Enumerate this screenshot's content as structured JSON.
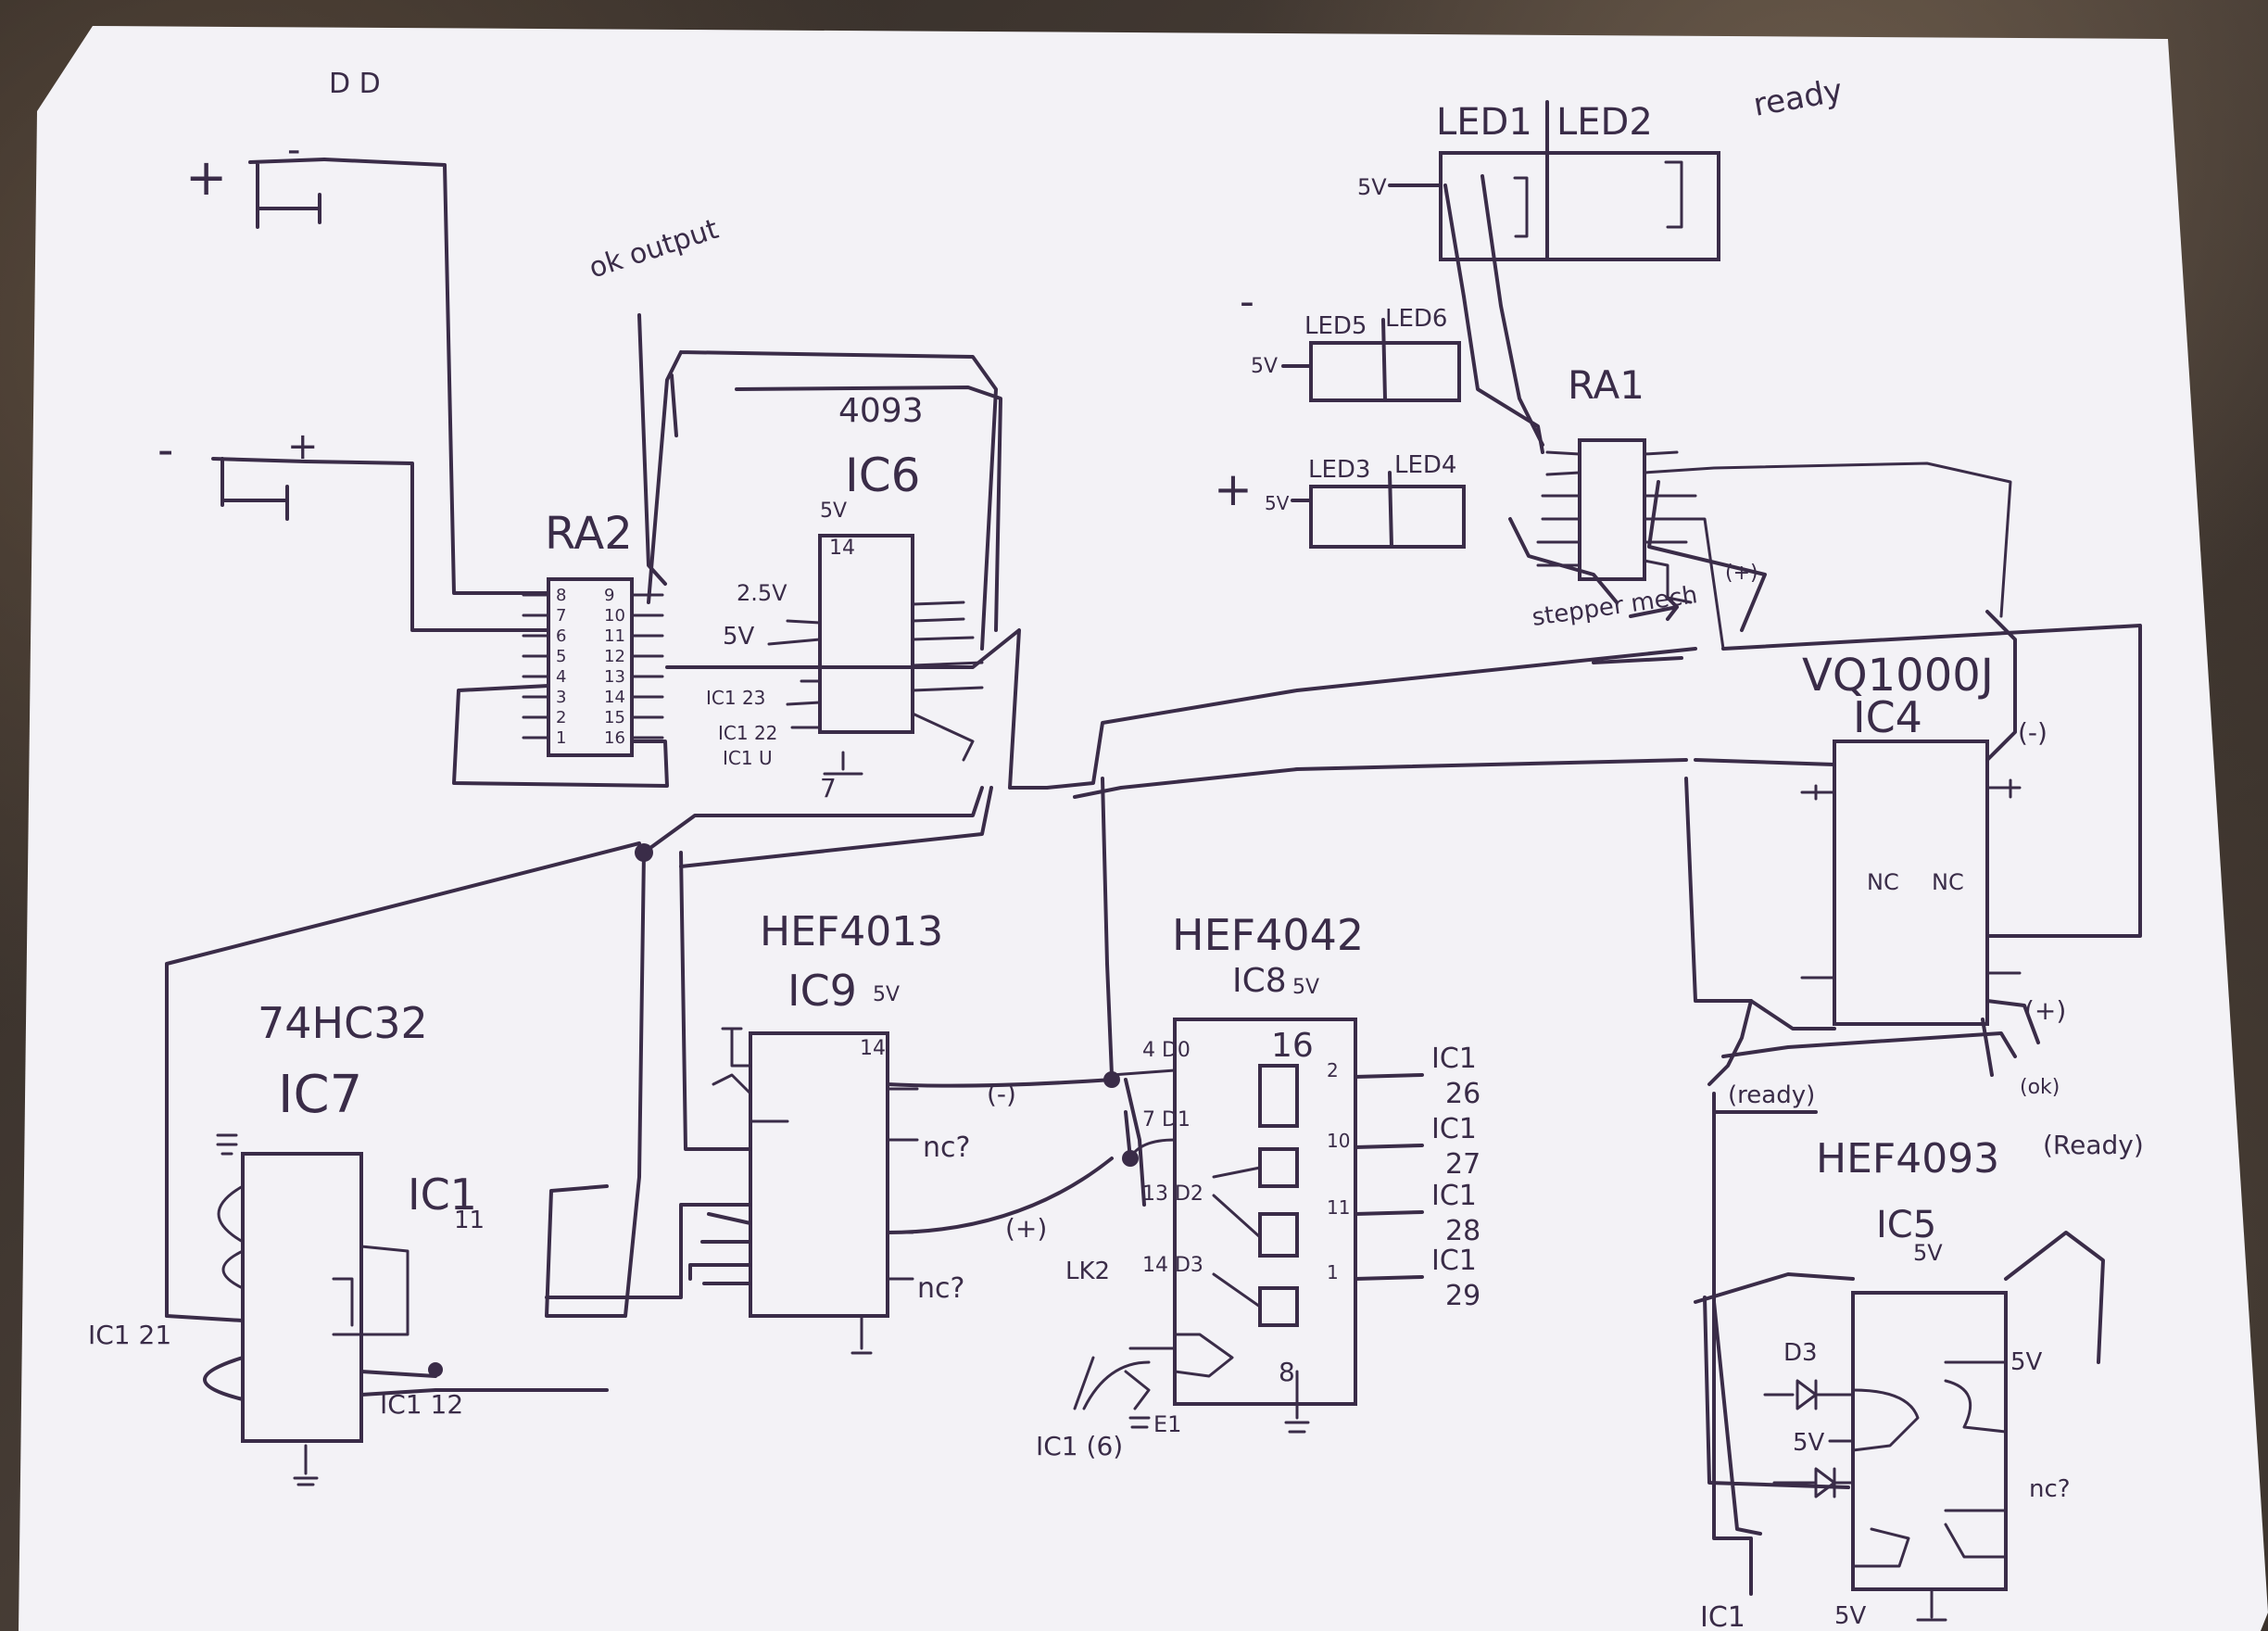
{
  "notes": {
    "top_marker": "D D",
    "ok_output": "ok output",
    "ready_top": "ready",
    "stepper_mechanism": "stepper mech",
    "plus_pos": "(+)",
    "minus_neg": "(-)",
    "plus_neg_plus": "(+)",
    "ready_left": "(ready)",
    "ready_right": "(Ready)",
    "ok_mark": "(ok)",
    "ic1_6": "IC1 (6)",
    "ic1_12": "IC1 12",
    "ic1_21": "IC1 21",
    "ic1_11": "IC1 11",
    "ic1_bottom": "IC1",
    "five_v_bottom": "5V",
    "lk2": "LK2",
    "e1": "E1"
  },
  "power": {
    "plus_top": "+",
    "minus_top": "-",
    "plus_mid": "+",
    "minus_mid": "-",
    "plus_leds": "+",
    "minus_leds": "-"
  },
  "chips": {
    "ra2": {
      "name": "RA2",
      "pins_left": [
        "8",
        "7",
        "6",
        "5",
        "4",
        "3",
        "2",
        "1"
      ],
      "pins_right": [
        "9",
        "10",
        "11",
        "12",
        "13",
        "14",
        "15",
        "16"
      ]
    },
    "ic6": {
      "part": "4093",
      "name": "IC6",
      "left_labels": [
        "2.5V",
        "5V",
        "IC1 23",
        "IC1 22",
        "IC1 U"
      ],
      "vcc": "5V",
      "pin14": "14",
      "gnd": "7"
    },
    "ic7": {
      "part": "74HC32",
      "name": "IC7",
      "ic1_label": "IC1",
      "pin11": "11"
    },
    "ic9": {
      "part": "HEF4013",
      "name": "IC9",
      "vcc": "5V",
      "nc1": "nc?",
      "nc2": "nc?",
      "pin14": "14"
    },
    "ic8": {
      "part": "HEF4042",
      "name": "IC8",
      "vcc": "5V",
      "outputs": [
        {
          "pin": "2",
          "ic": "IC1",
          "num": "26"
        },
        {
          "pin": "10",
          "ic": "IC1",
          "num": "27"
        },
        {
          "pin": "11",
          "ic": "IC1",
          "num": "28"
        },
        {
          "pin": "1",
          "ic": "IC1",
          "num": "29"
        }
      ],
      "inputs": [
        "4 D0",
        "7 D1",
        "13 D2",
        "14 D3"
      ],
      "gnd": "8",
      "pin16": "16"
    },
    "ic4": {
      "part": "VQ1000J",
      "name": "IC4",
      "neg": "(-)",
      "pos": "(+)",
      "nc1": "NC",
      "nc2": "NC"
    },
    "ic5": {
      "part": "HEF4093",
      "name": "IC5",
      "vcc": "5V",
      "d3": "D3",
      "nc": "nc?",
      "left5v": "5V",
      "right5v": "5V"
    },
    "ra1": {
      "name": "RA1"
    }
  },
  "leds": {
    "led1": "LED1",
    "led2": "LED2",
    "led5": "LED5",
    "led6": "LED6",
    "led3": "LED3",
    "led4": "LED4",
    "supply_top": "5V",
    "supply_mid": "5V",
    "supply_bot": "5V"
  }
}
